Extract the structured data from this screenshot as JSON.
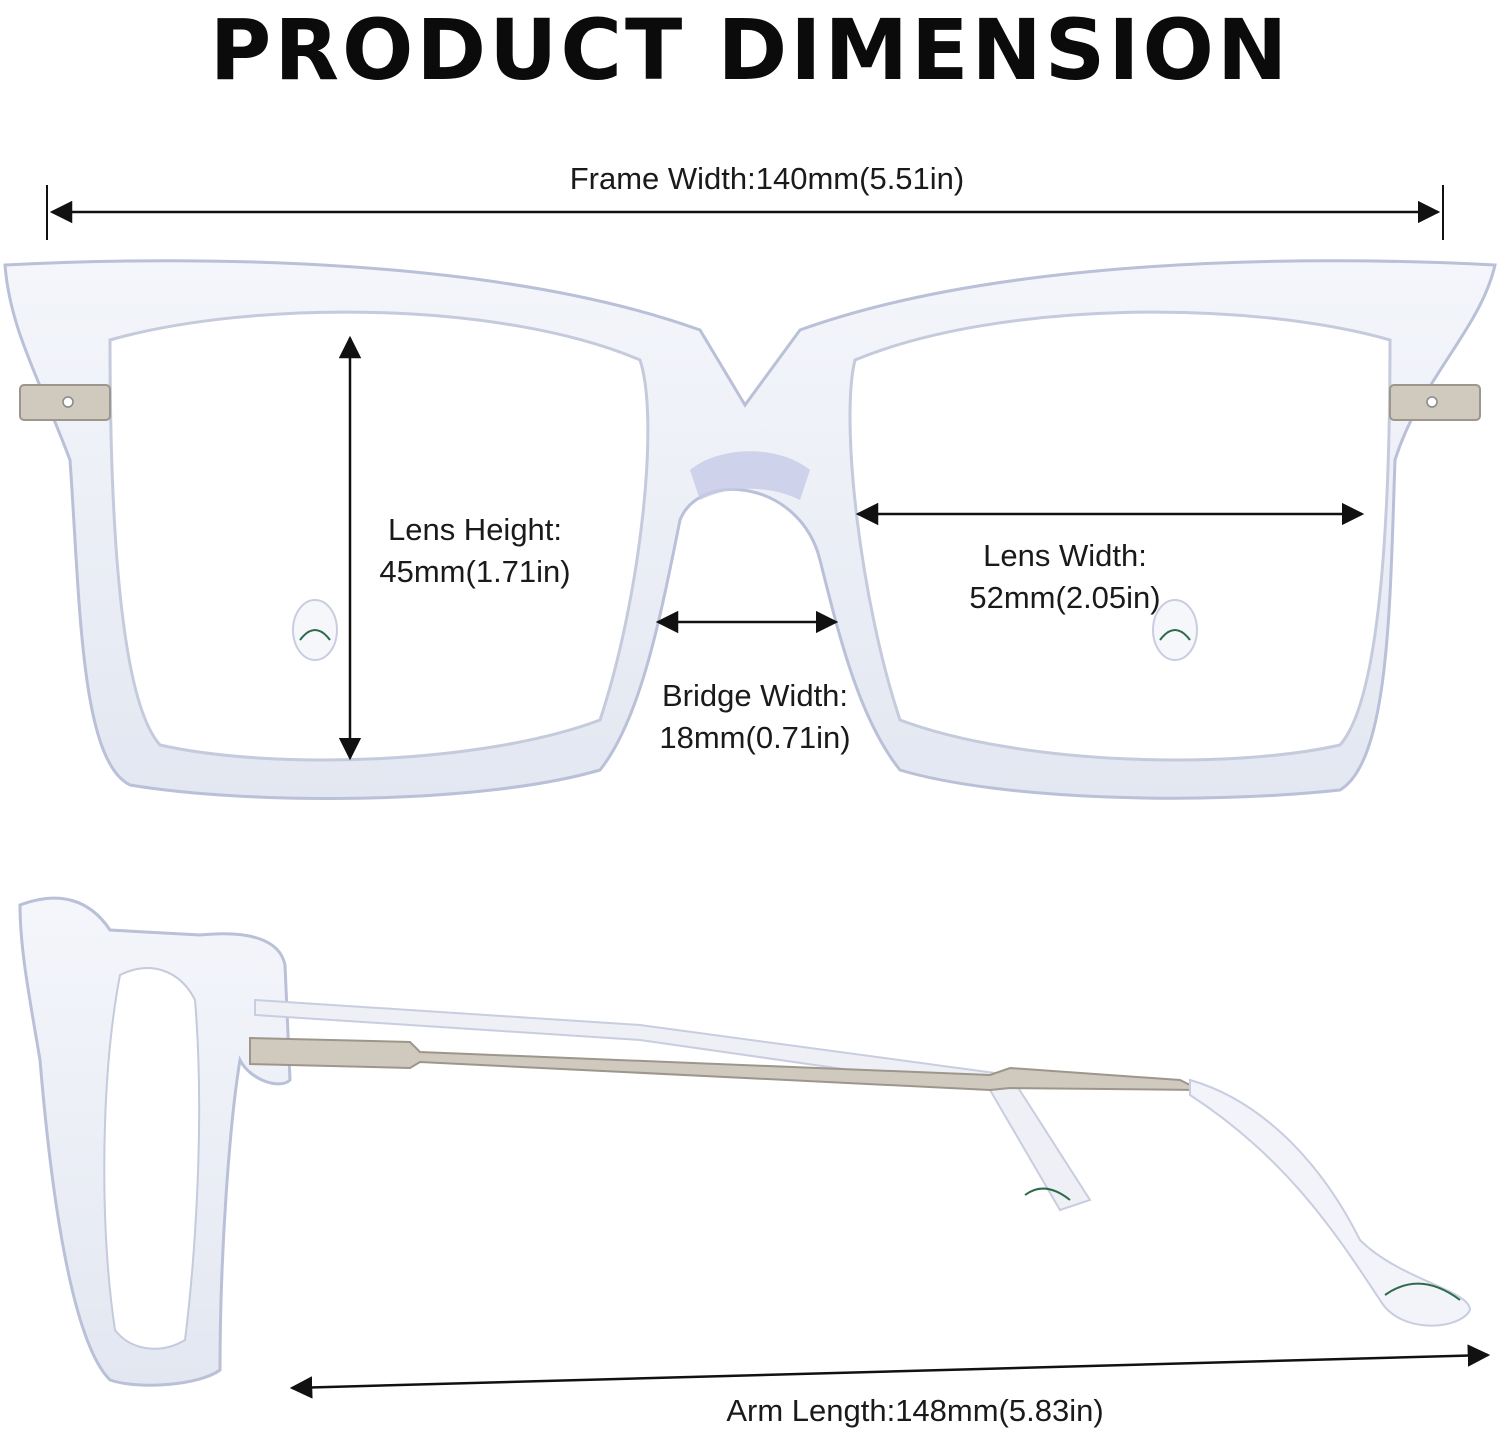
{
  "title": "PRODUCT DIMENSION",
  "dimensions": {
    "frame_width": "Frame Width:140mm(5.51in)",
    "lens_height": {
      "line1": "Lens Height:",
      "line2": "45mm(1.71in)"
    },
    "lens_width": {
      "line1": "Lens Width:",
      "line2": "52mm(2.05in)"
    },
    "bridge_width": {
      "line1": "Bridge Width:",
      "line2": "18mm(0.71in)"
    },
    "arm_length": "Arm Length:148mm(5.83in)"
  },
  "colors": {
    "frame": "#e4e8f2",
    "frame_edge": "#b9c0d8",
    "metal": "#c9c4ba",
    "leaf": "#2d6b4a",
    "arrow": "#111111"
  }
}
